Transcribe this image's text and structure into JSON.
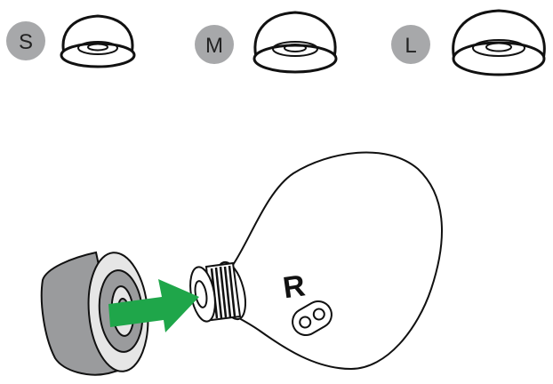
{
  "sizes": [
    {
      "label": "S"
    },
    {
      "label": "M"
    },
    {
      "label": "L"
    }
  ],
  "earbud": {
    "side_label": "R"
  },
  "colors": {
    "badge": "#a7a8aa",
    "arrow": "#1fa64a",
    "outline": "#111111",
    "tip_fill": "#9a9b9d",
    "tip_inner": "#e6e6e6"
  },
  "icons": [
    "ear-tip-small-icon",
    "ear-tip-medium-icon",
    "ear-tip-large-icon",
    "earbud-icon",
    "ear-tip-icon",
    "insert-arrow-icon"
  ]
}
